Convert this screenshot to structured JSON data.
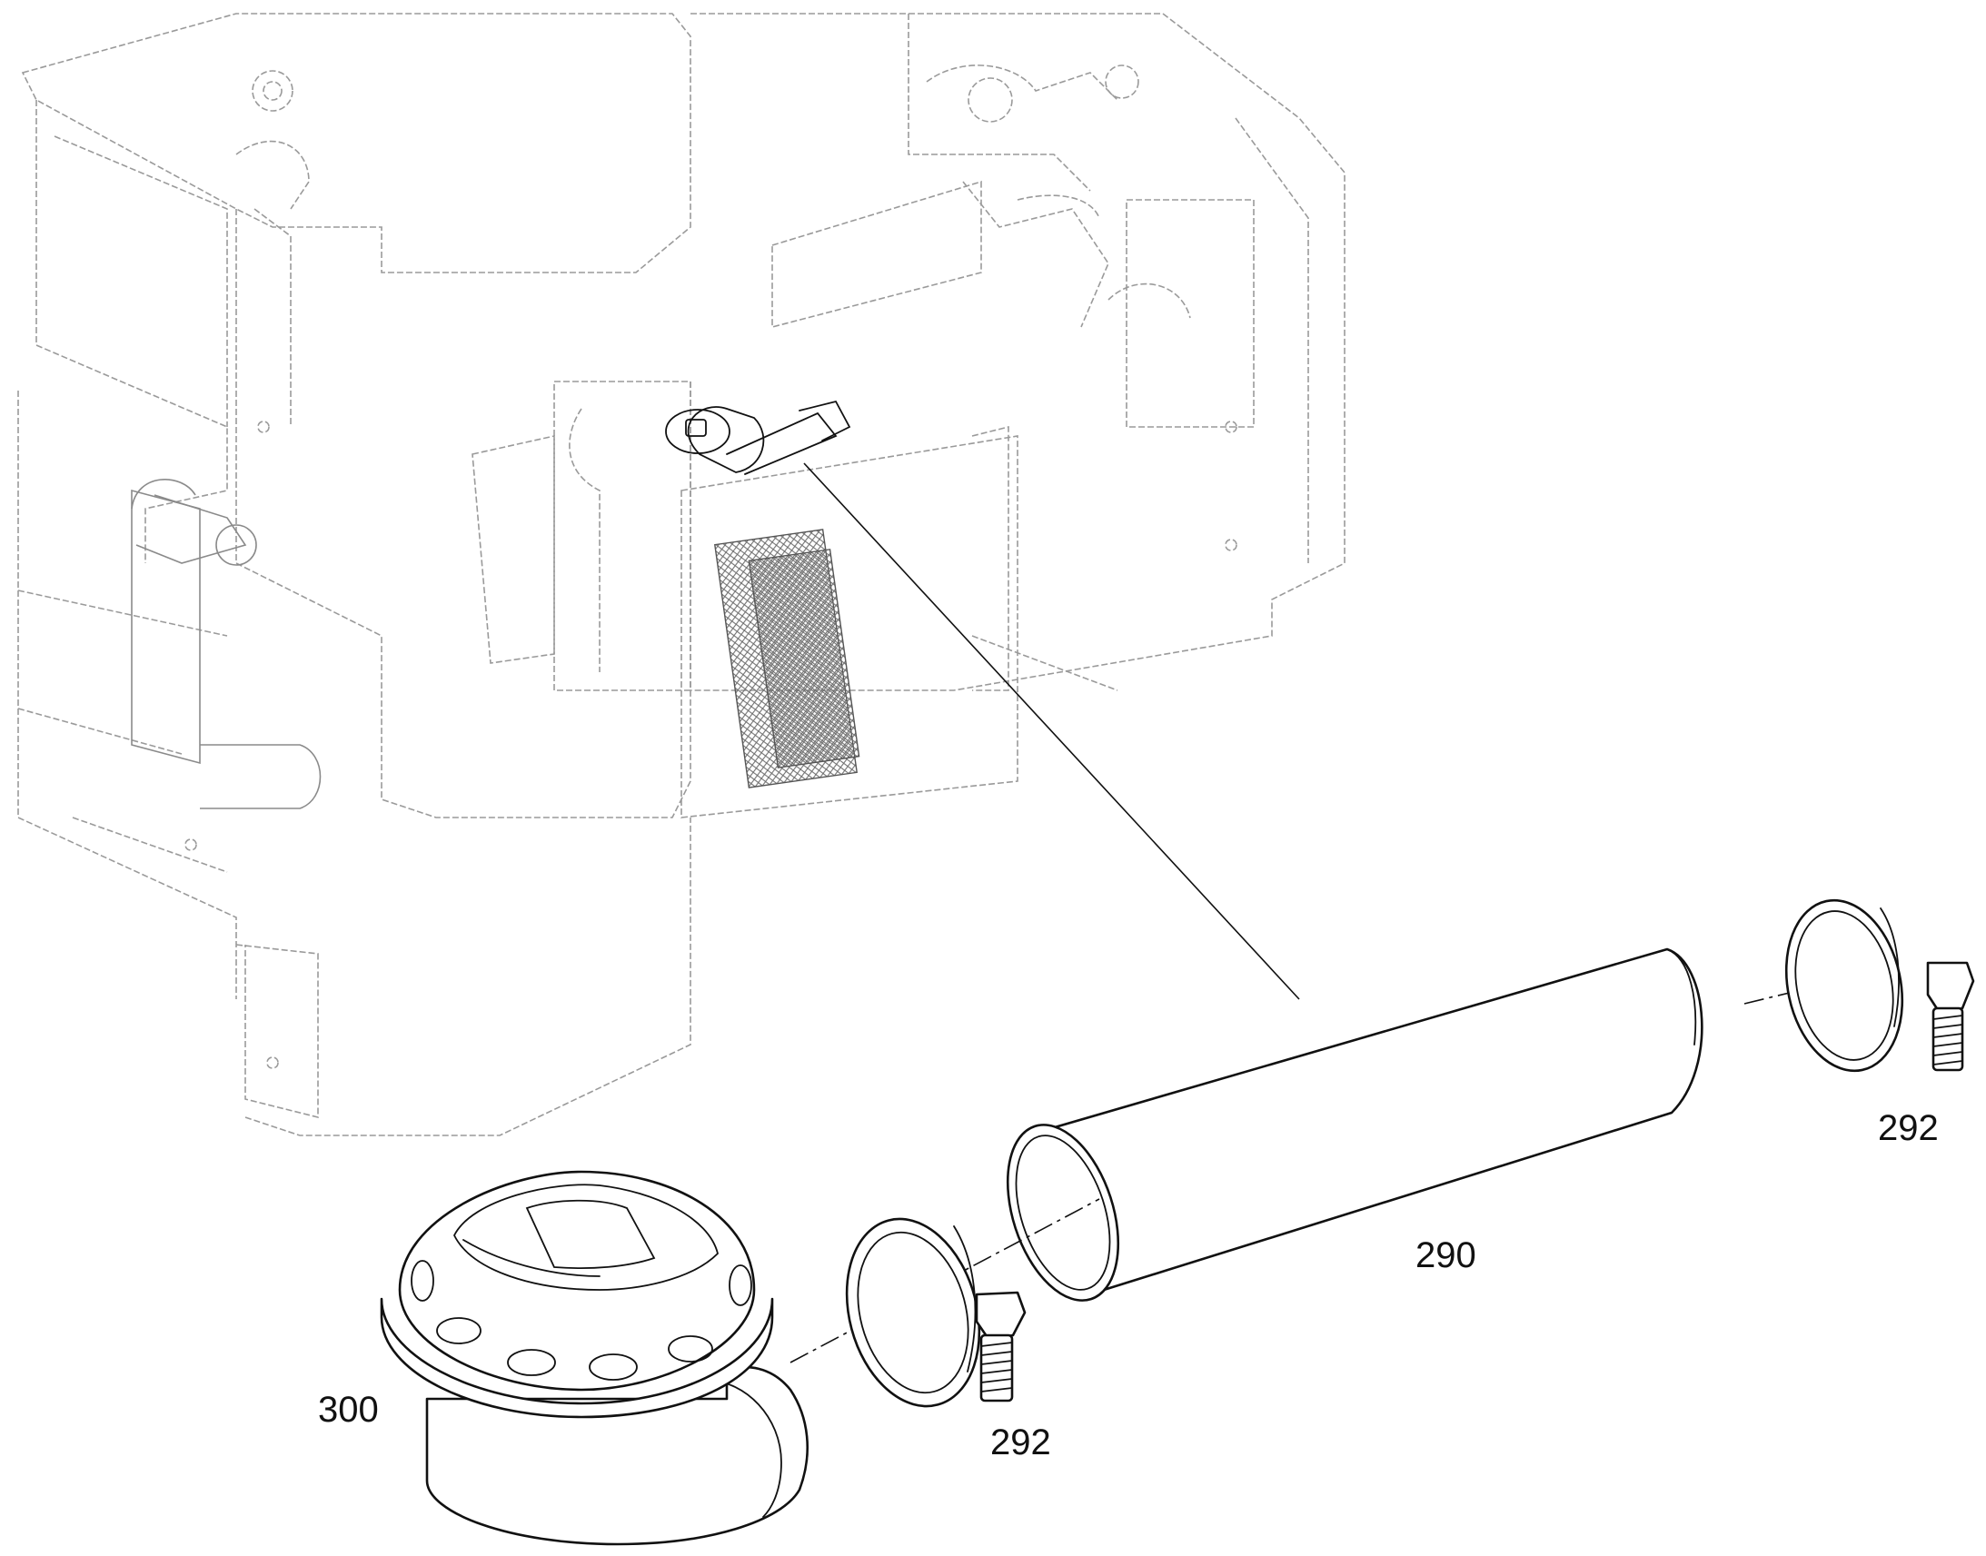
{
  "colors": {
    "line": "#111111",
    "ghost": "#9a9a9a",
    "background": "#ffffff"
  },
  "callouts": {
    "hose": "290",
    "clamp_right": "292",
    "clamp_left": "292",
    "vent": "300"
  }
}
